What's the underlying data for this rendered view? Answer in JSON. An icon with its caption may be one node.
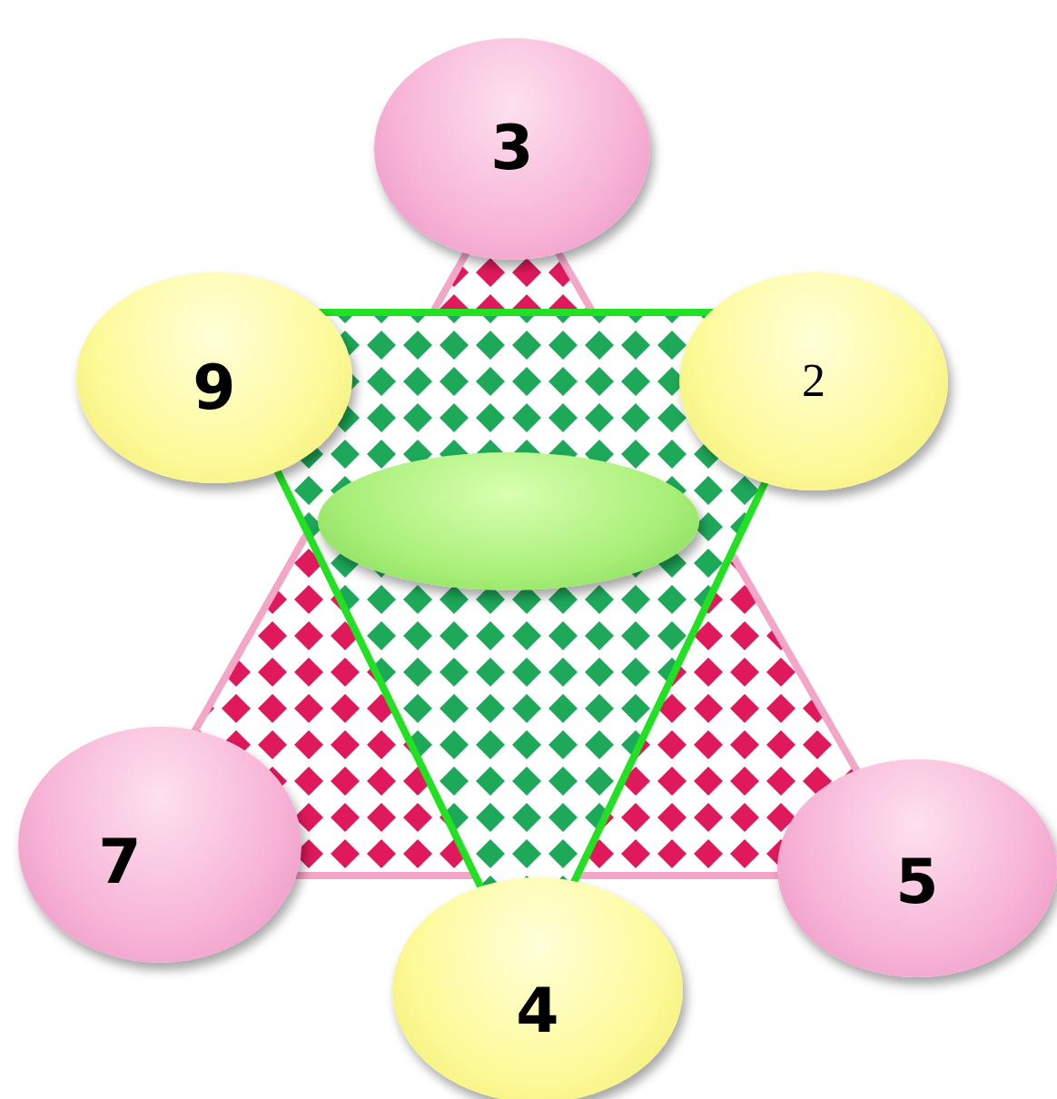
{
  "diagram": {
    "nodes": [
      {
        "text": [
          "3"
        ]
      },
      {
        "text": [
          "9"
        ]
      },
      {
        "text": [
          "2"
        ]
      },
      {
        "text": [],
        "shape": "ellipse"
      },
      {
        "text": [
          "7"
        ]
      },
      {
        "text": [
          "5"
        ]
      },
      {
        "text": [
          "4"
        ]
      }
    ]
  }
}
